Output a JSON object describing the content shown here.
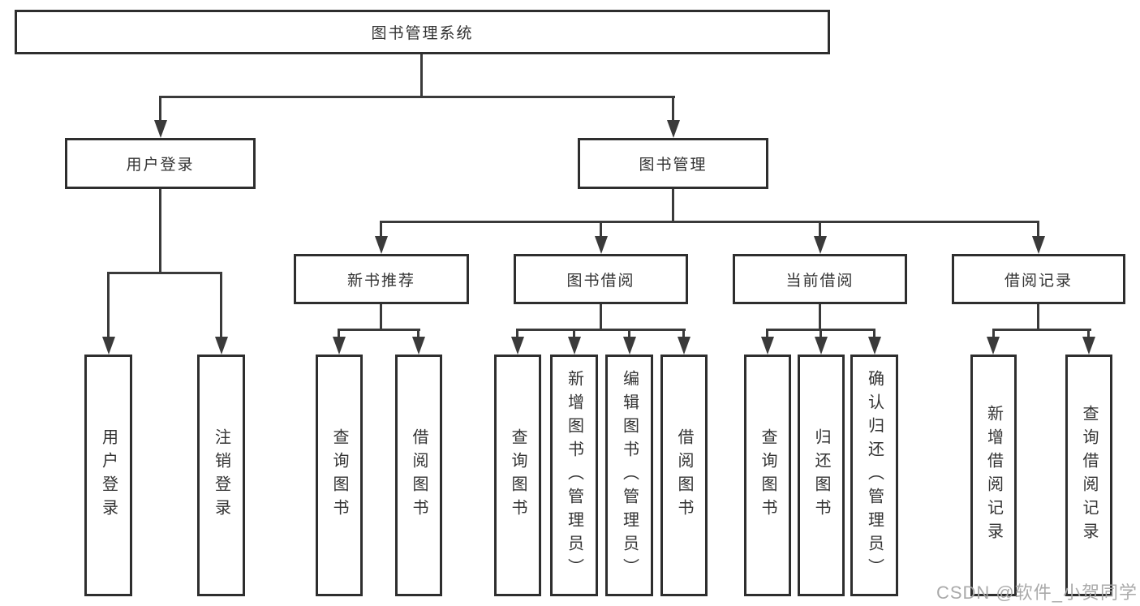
{
  "tree": {
    "label": "图书管理系统",
    "children": [
      {
        "label": "用户登录",
        "children": [
          {
            "label": "用户登录"
          },
          {
            "label": "注销登录"
          }
        ]
      },
      {
        "label": "图书管理",
        "children": [
          {
            "label": "新书推荐",
            "children": [
              {
                "label": "查询图书"
              },
              {
                "label": "借阅图书"
              }
            ]
          },
          {
            "label": "图书借阅",
            "children": [
              {
                "label": "查询图书"
              },
              {
                "label": "新增图书（管理员）"
              },
              {
                "label": "编辑图书（管理员）"
              },
              {
                "label": "借阅图书"
              }
            ]
          },
          {
            "label": "当前借阅",
            "children": [
              {
                "label": "查询图书"
              },
              {
                "label": "归还图书"
              },
              {
                "label": "确认归还（管理员）"
              }
            ]
          },
          {
            "label": "借阅记录",
            "children": [
              {
                "label": "新增借阅记录"
              },
              {
                "label": "查询借阅记录"
              }
            ]
          }
        ]
      }
    ]
  },
  "watermark": {
    "text": "CSDN @软件_小贺同学"
  },
  "colors": {
    "line": "#3a3a3a",
    "box_border": "#2e2e2e",
    "text": "#333333",
    "background": "#ffffff",
    "watermark": "#a5a5a5"
  }
}
